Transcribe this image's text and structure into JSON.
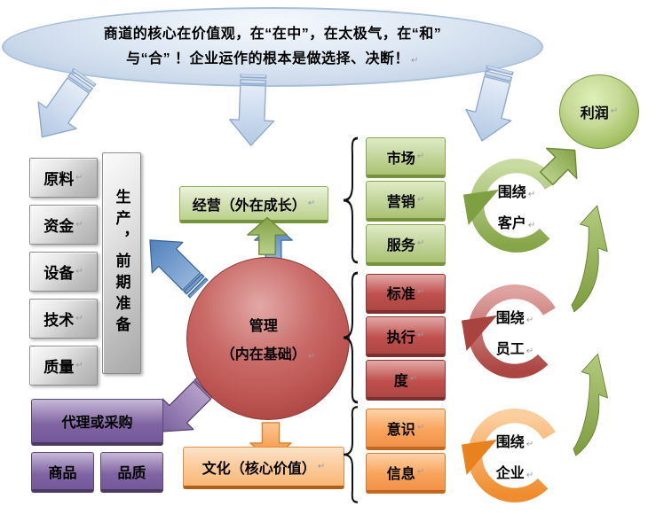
{
  "meta": {
    "return_mark": "↵"
  },
  "banner": {
    "line1": "商道的核心在价值观，在“在中”，在太极气，在“和”",
    "line2": "与“合” ！企业运作的根本是做选择、决断！"
  },
  "production": {
    "inputs": [
      {
        "label": "原料"
      },
      {
        "label": "资金"
      },
      {
        "label": "设备"
      },
      {
        "label": "技术"
      },
      {
        "label": "质量"
      }
    ],
    "stage_label": "生产，前期准备"
  },
  "center": {
    "operation": "经营（外在成长）",
    "management_line1": "管理",
    "management_line2": "（内在基础）",
    "culture": "文化（核心价值）"
  },
  "procurement": {
    "main": "代理或采购",
    "items": [
      {
        "label": "商品"
      },
      {
        "label": "品质"
      }
    ]
  },
  "customer_group": {
    "boxes": [
      {
        "label": "市场"
      },
      {
        "label": "营销"
      },
      {
        "label": "服务"
      }
    ],
    "ring_line1": "围绕",
    "ring_line2": "客户"
  },
  "employee_group": {
    "boxes": [
      {
        "label": "标准"
      },
      {
        "label": "执行"
      },
      {
        "label": "度"
      }
    ],
    "ring_line1": "围绕",
    "ring_line2": "员工"
  },
  "enterprise_group": {
    "boxes": [
      {
        "label": "意识"
      },
      {
        "label": "信息"
      }
    ],
    "ring_line1": "围绕",
    "ring_line2": "企业"
  },
  "profit": {
    "label": "利润"
  },
  "colors": {
    "blue_accent": "#4f81bd",
    "blue_light": "#dbe5f1",
    "red_accent": "#c0504d",
    "green_accent": "#9bbb59",
    "purple_accent": "#8064a2",
    "orange_accent": "#f79646",
    "gray_box": "#bfbfbf",
    "brace_black": "#111111"
  }
}
